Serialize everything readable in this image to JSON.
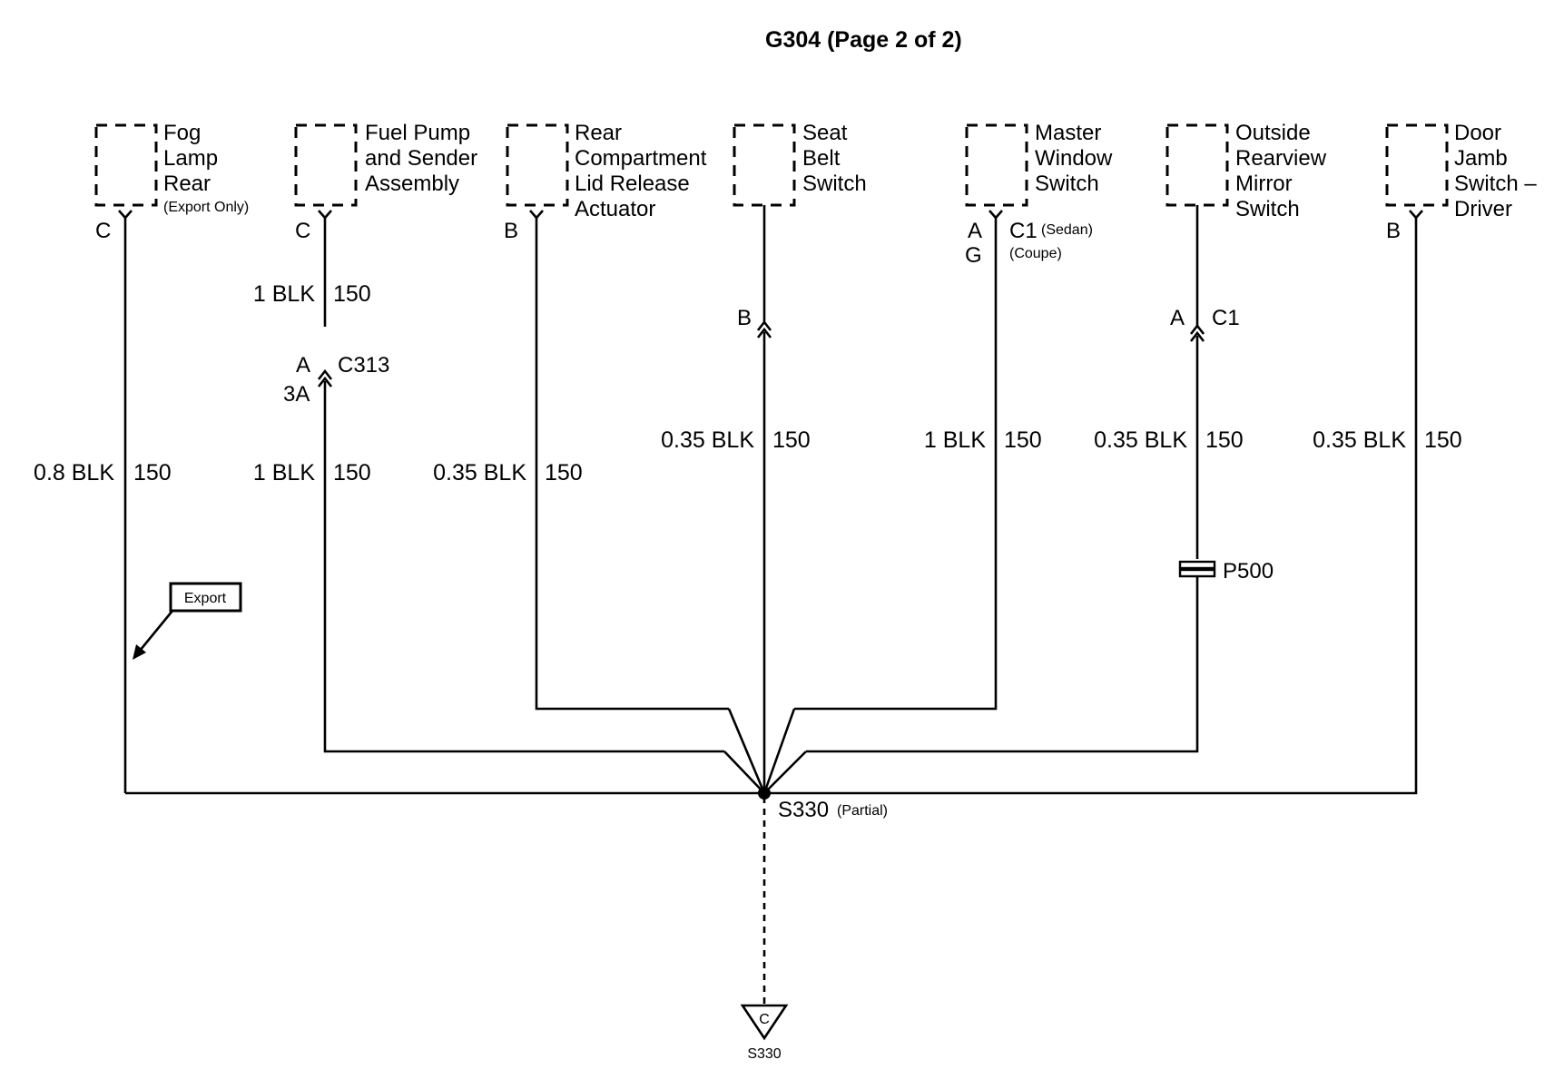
{
  "title": "G304 (Page 2 of 2)",
  "components": [
    {
      "id": "fog",
      "lines": [
        "Fog",
        "Lamp",
        "Rear"
      ],
      "note": "(Export Only)",
      "pin": "C"
    },
    {
      "id": "fuel",
      "lines": [
        "Fuel Pump",
        "and Sender",
        "Assembly"
      ],
      "pin": "C"
    },
    {
      "id": "rear",
      "lines": [
        "Rear",
        "Compartment",
        "Lid Release",
        "Actuator"
      ],
      "pin": "B"
    },
    {
      "id": "seat",
      "lines": [
        "Seat",
        "Belt",
        "Switch"
      ]
    },
    {
      "id": "master",
      "lines": [
        "Master",
        "Window",
        "Switch"
      ],
      "pins": [
        "A",
        "G"
      ],
      "connector": "C1",
      "connector_notes": [
        "(Sedan)",
        "(Coupe)"
      ]
    },
    {
      "id": "mirror",
      "lines": [
        "Outside",
        "Rearview",
        "Mirror",
        "Switch"
      ]
    },
    {
      "id": "door",
      "lines": [
        "Door",
        "Jamb",
        "Switch –",
        "Driver"
      ],
      "pin": "B"
    }
  ],
  "inline_connectors": {
    "fuel": {
      "pin_top": "A",
      "pin_bottom": "3A",
      "name": "C313"
    },
    "seat": {
      "pin": "B"
    },
    "mirror": {
      "pin": "A",
      "name": "C1"
    }
  },
  "wires": {
    "fog": {
      "gauge": "0.8 BLK",
      "circuit": "150"
    },
    "fuel_upper": {
      "gauge": "1 BLK",
      "circuit": "150"
    },
    "fuel_lower": {
      "gauge": "1 BLK",
      "circuit": "150"
    },
    "rear": {
      "gauge": "0.35 BLK",
      "circuit": "150"
    },
    "seat": {
      "gauge": "0.35 BLK",
      "circuit": "150"
    },
    "master": {
      "gauge": "1 BLK",
      "circuit": "150"
    },
    "mirror": {
      "gauge": "0.35 BLK",
      "circuit": "150"
    },
    "door": {
      "gauge": "0.35 BLK",
      "circuit": "150"
    }
  },
  "pass_through": "P500",
  "export_callout": "Export",
  "splice": {
    "name": "S330",
    "note": "(Partial)"
  },
  "ground": {
    "letter": "C",
    "name": "S330"
  }
}
